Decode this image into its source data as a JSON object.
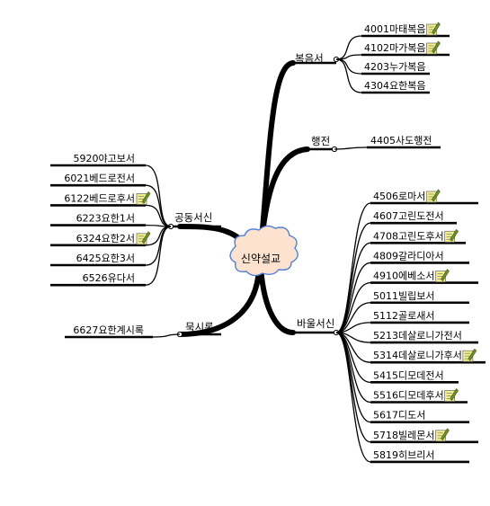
{
  "center": {
    "label": "신약설교",
    "fill": "#fde3cf",
    "stroke": "#4f7fd6"
  },
  "branches": [
    {
      "id": "gospels",
      "label": "복음서",
      "side": "right",
      "items": [
        {
          "label": "4001마태복음",
          "note": true
        },
        {
          "label": "4102마가복음",
          "note": true
        },
        {
          "label": "4203누가복음",
          "note": false
        },
        {
          "label": "4304요한복음",
          "note": false
        }
      ]
    },
    {
      "id": "acts",
      "label": "행전",
      "side": "right",
      "items": [
        {
          "label": "4405사도행전",
          "note": false
        }
      ]
    },
    {
      "id": "pauline",
      "label": "바울서신",
      "side": "right",
      "items": [
        {
          "label": "4506로마서",
          "note": true
        },
        {
          "label": "4607고린도전서",
          "note": false
        },
        {
          "label": "4708고린도후서",
          "note": true
        },
        {
          "label": "4809갈라디아서",
          "note": false
        },
        {
          "label": "4910에베소서",
          "note": true
        },
        {
          "label": "5011빌립보서",
          "note": false
        },
        {
          "label": "5112골로새서",
          "note": false
        },
        {
          "label": "5213데살로니가전서",
          "note": false
        },
        {
          "label": "5314데살로니가후서",
          "note": true
        },
        {
          "label": "5415디모데전서",
          "note": false
        },
        {
          "label": "5516디모데후서",
          "note": true
        },
        {
          "label": "5617디도서",
          "note": false
        },
        {
          "label": "5718빌레몬서",
          "note": true
        },
        {
          "label": "5819히브리서",
          "note": false
        }
      ]
    },
    {
      "id": "general",
      "label": "공동서신",
      "side": "left",
      "items": [
        {
          "label": "5920야고보서",
          "note": false
        },
        {
          "label": "6021베드로전서",
          "note": false
        },
        {
          "label": "6122베드로후서",
          "note": true
        },
        {
          "label": "6223요한1서",
          "note": false
        },
        {
          "label": "6324요한2서",
          "note": true
        },
        {
          "label": "6425요한3서",
          "note": false
        },
        {
          "label": "6526유다서",
          "note": false
        }
      ]
    },
    {
      "id": "revelation",
      "label": "묵시록",
      "side": "left",
      "items": [
        {
          "label": "6627요한계시록",
          "note": false
        }
      ]
    }
  ],
  "colors": {
    "line": "#000000",
    "note_body": "#f3ef8a",
    "note_pencil": "#6f8f2a"
  }
}
